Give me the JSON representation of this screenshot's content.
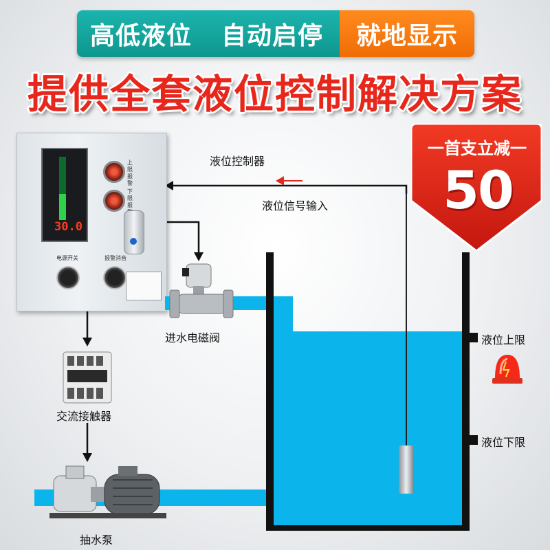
{
  "banner": {
    "segments": [
      "高低液位",
      "自动启停",
      "就地显示"
    ]
  },
  "headline": "提供全套液位控制解决方案",
  "promo": {
    "line": "一首支立减一",
    "amount": "50"
  },
  "cabinet": {
    "display_value": "30.0",
    "upper_alarm_label": "上限报警",
    "lower_alarm_label": "下限报警",
    "power_switch_label": "电源开关",
    "alarm_mute_label": "报警消音"
  },
  "labels": {
    "controller": "液位控制器",
    "signal_input": "液位信号输入",
    "inlet_valve": "进水电磁阀",
    "contactor": "交流接触器",
    "pump": "抽水泵",
    "upper_limit": "液位上限",
    "lower_limit": "液位下限"
  },
  "colors": {
    "water": "#0cb4ec",
    "banner_teal": "#0e978f",
    "banner_orange": "#f06d05",
    "headline_red": "#e8271c",
    "promo_red": "#e3261b"
  }
}
